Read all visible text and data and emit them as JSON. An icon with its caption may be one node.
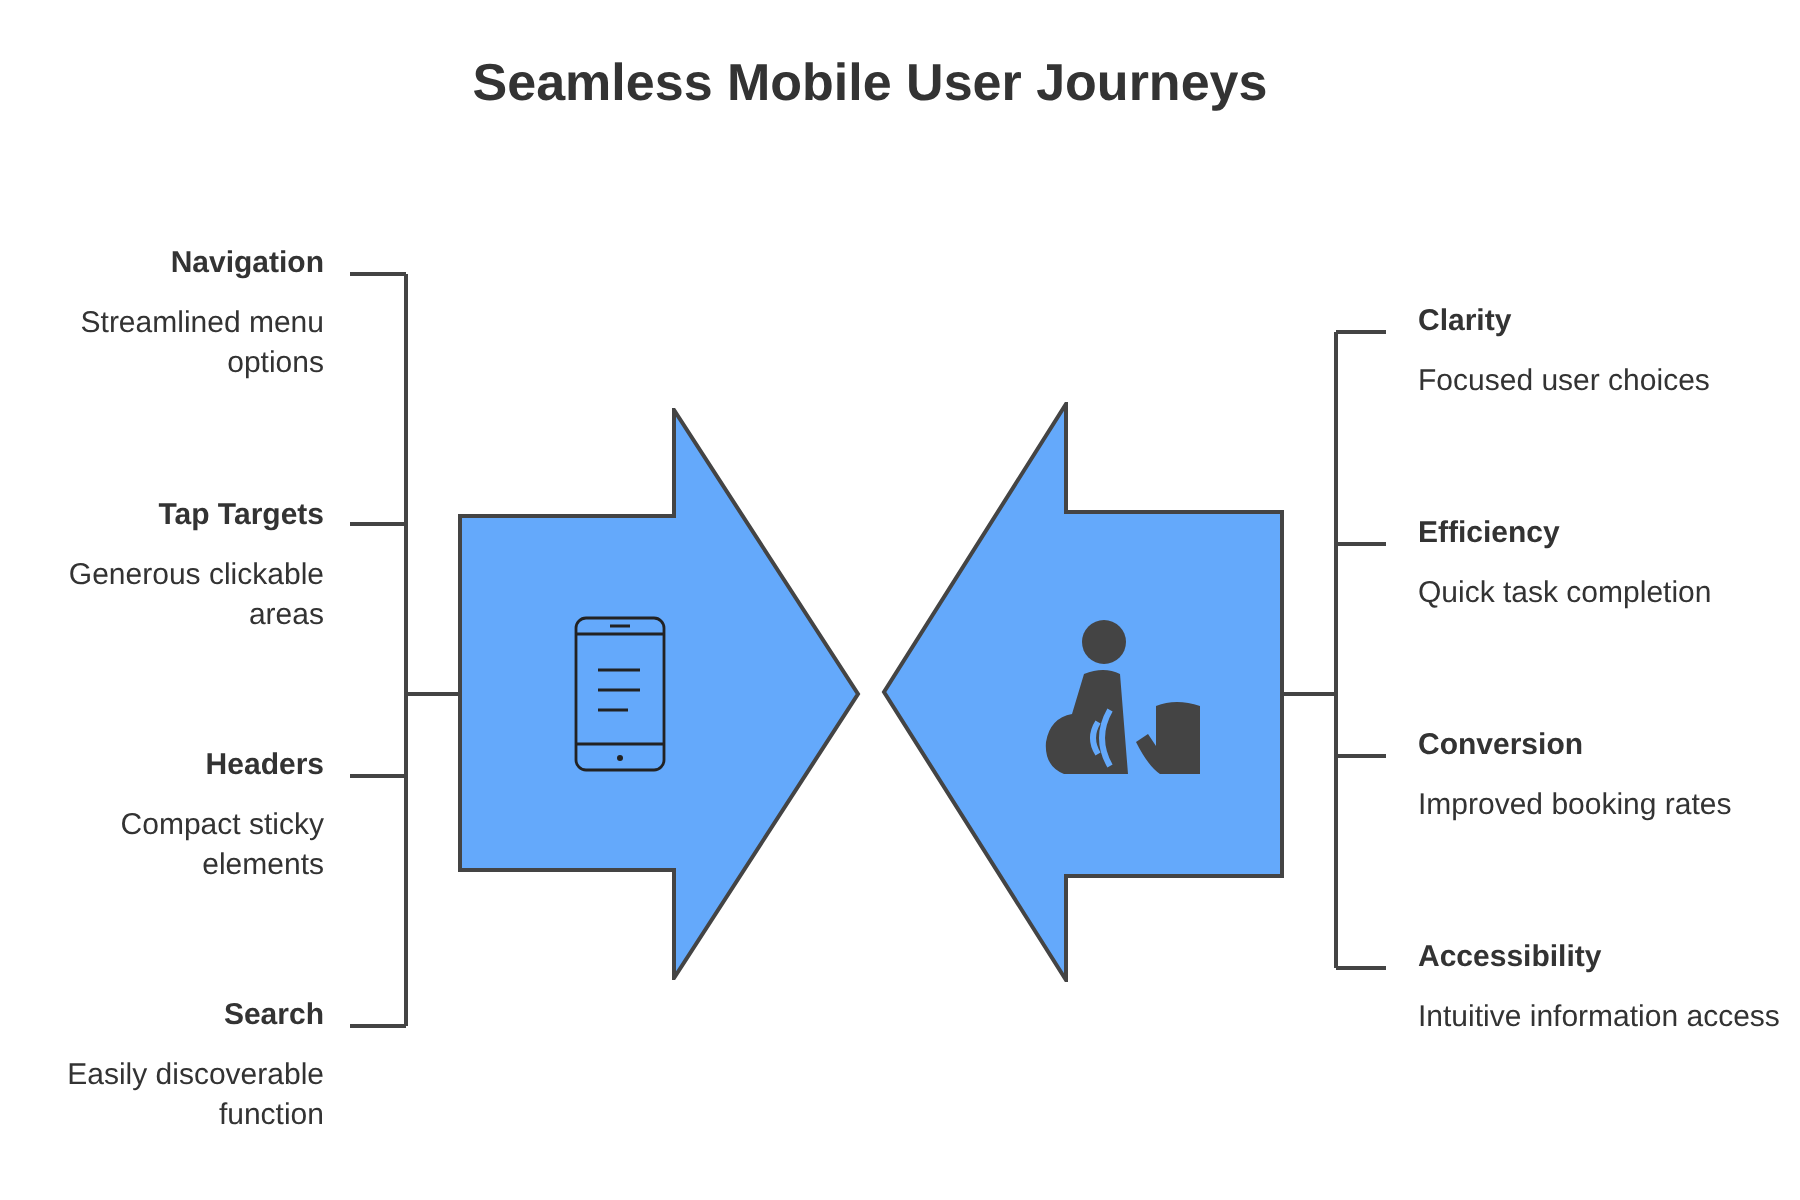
{
  "diagram": {
    "title": "Seamless Mobile User Journeys",
    "nodes": [
      {
        "text": [
          "Navigation",
          "Streamlined menu options"
        ]
      },
      {
        "text": [
          "Tap Targets",
          "Generous clickable areas"
        ]
      },
      {
        "text": [
          "Headers",
          "Compact sticky elements"
        ]
      },
      {
        "text": [
          "Search",
          "Easily discoverable function"
        ]
      },
      {
        "text": [],
        "shape": "arrow"
      },
      {
        "text": [],
        "shape": "arrow"
      },
      {
        "text": [
          "Clarity",
          "Focused user choices"
        ]
      },
      {
        "text": [
          "Efficiency",
          "Quick task completion"
        ]
      },
      {
        "text": [
          "Conversion",
          "Improved booking rates"
        ]
      },
      {
        "text": [
          "Accessibility",
          "Intuitive information access"
        ]
      }
    ]
  }
}
